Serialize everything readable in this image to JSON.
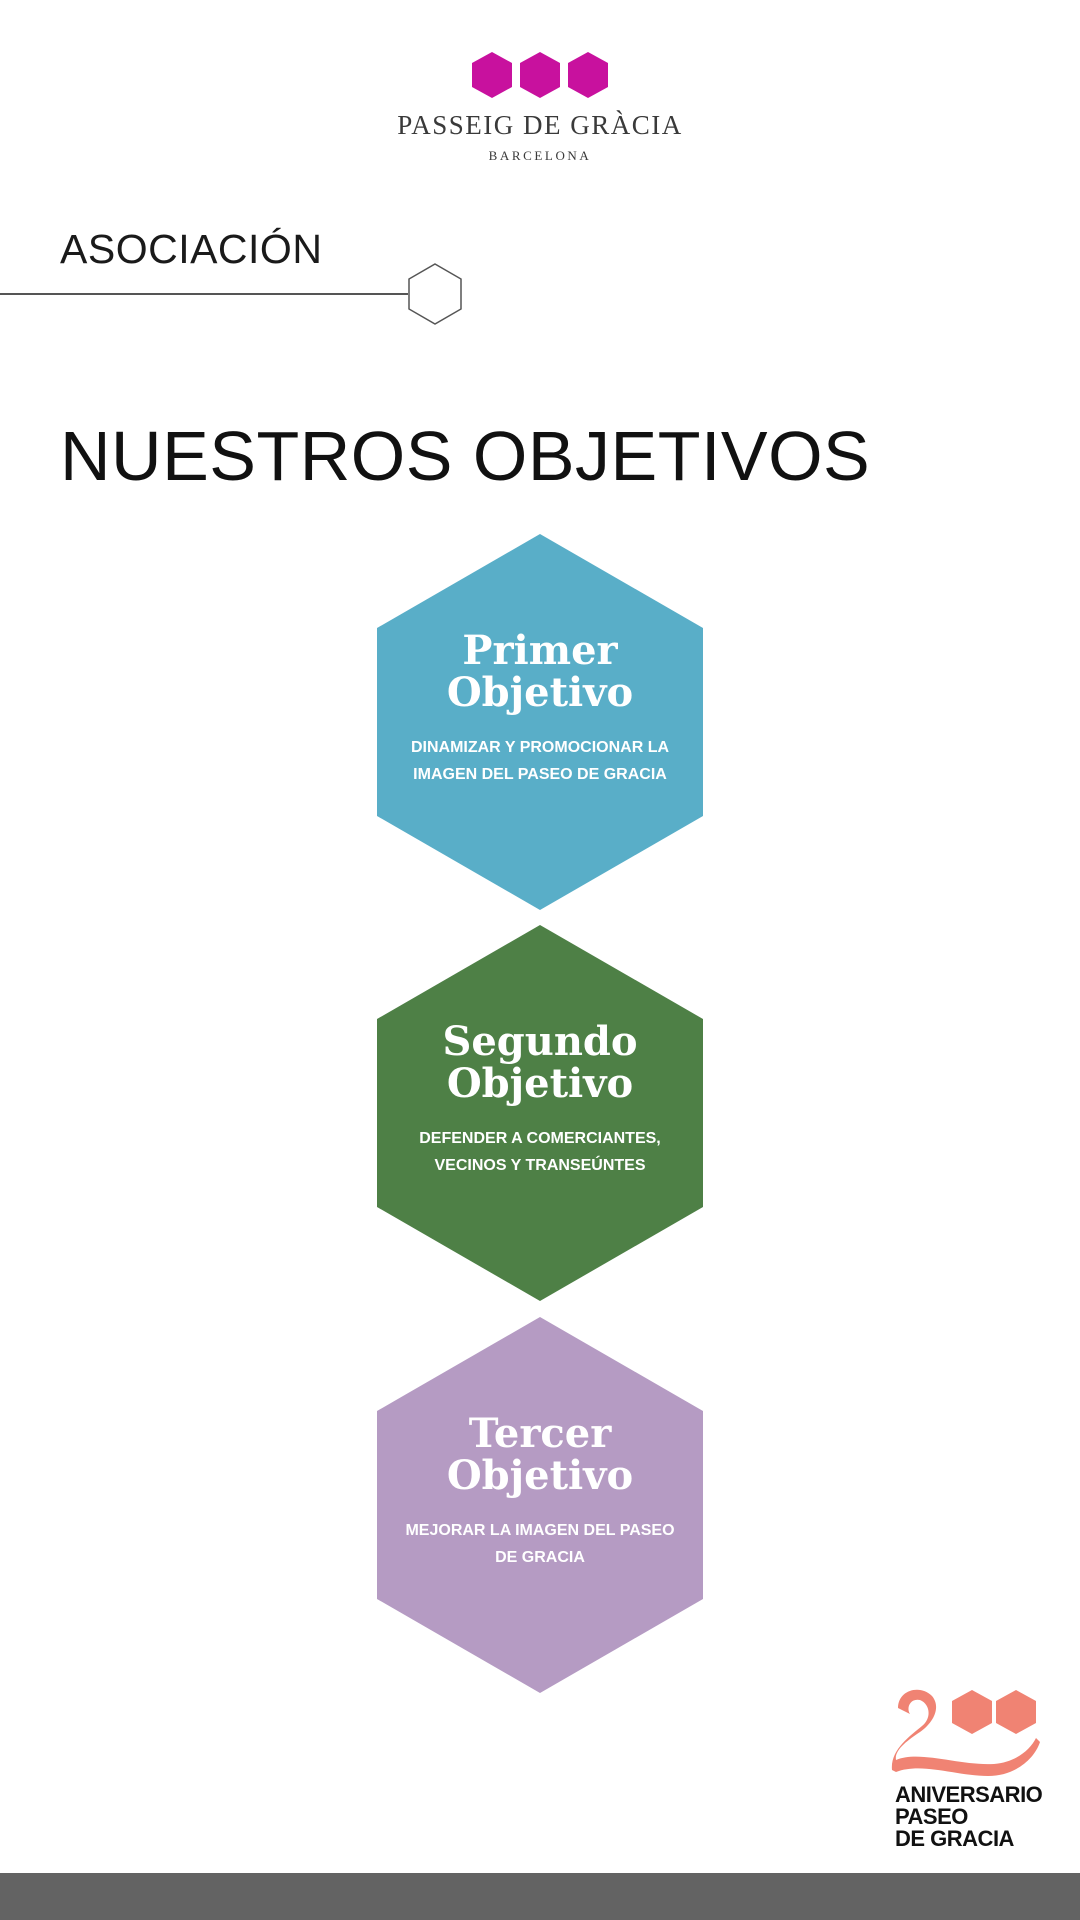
{
  "logo": {
    "name": "PASSEIG DE GRÀCIA",
    "city": "BARCELONA",
    "hex_color": "#c8119e"
  },
  "section": {
    "label": "ASOCIACIÓN"
  },
  "heading": "NUESTROS OBJETIVOS",
  "objectives": [
    {
      "title_line1": "Primer",
      "title_line2": "Objetivo",
      "desc_line1": "DINAMIZAR Y PROMOCIONAR LA",
      "desc_line2": "IMAGEN DEL PASEO DE GRACIA",
      "color": "#59aec8"
    },
    {
      "title_line1": "Segundo",
      "title_line2": "Objetivo",
      "desc_line1": "DEFENDER A COMERCIANTES,",
      "desc_line2": "VECINOS Y TRANSEÚNTES",
      "color": "#4e8046"
    },
    {
      "title_line1": "Tercer",
      "title_line2": "Objetivo",
      "desc_line1": "MEJORAR LA IMAGEN DEL PASEO",
      "desc_line2": "DE GRACIA",
      "color": "#b59bc3"
    }
  ],
  "anniversary": {
    "line1": "ANIVERSARIO",
    "line2": "PASEO",
    "line3": "DE GRACIA",
    "color": "#f08373"
  },
  "footer": {
    "color": "#636363"
  }
}
